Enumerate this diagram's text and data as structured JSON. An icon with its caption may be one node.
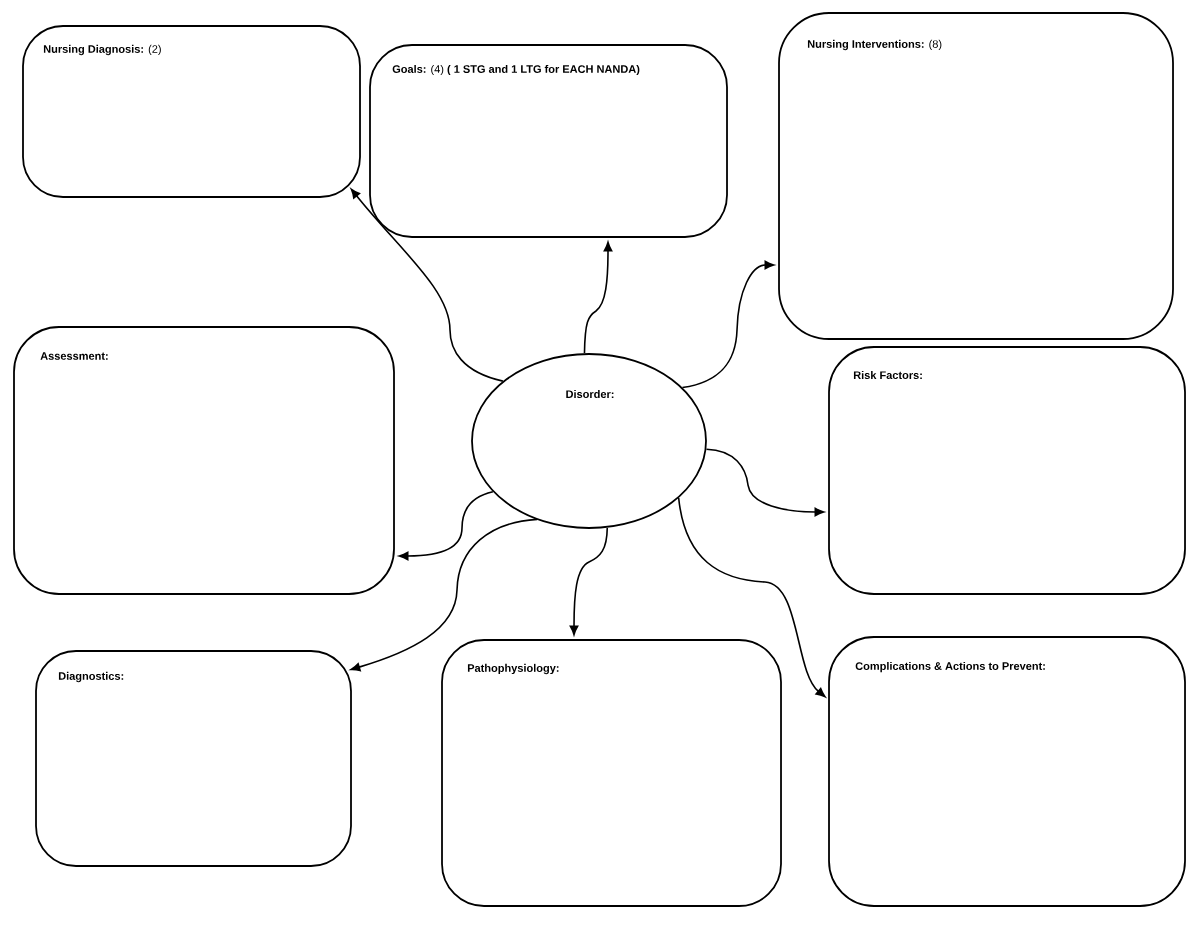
{
  "diagram": {
    "nodes": [
      {
        "text": [
          "**Nursing Diagnosis:** (2)"
        ]
      },
      {
        "text": [
          "**Goals:** (4) **( 1 STG and 1 LTG for EACH NANDA)**"
        ]
      },
      {
        "text": [
          "**Nursing Interventions:** (8)"
        ]
      },
      {
        "text": [
          "Assessment:"
        ]
      },
      {
        "text": [
          "Disorder:"
        ]
      },
      {
        "text": [
          "Risk Factors:"
        ]
      },
      {
        "text": [
          "Diagnostics:"
        ]
      },
      {
        "text": [
          "Pathophysiology:"
        ]
      },
      {
        "text": [
          "Complications & Actions to Prevent:"
        ]
      }
    ],
    "edges": [
      {
        "from": 4,
        "to": 0,
        "arrow": "to"
      },
      {
        "from": 4,
        "to": 1,
        "arrow": "to"
      },
      {
        "from": 4,
        "to": 2,
        "arrow": "to"
      },
      {
        "from": 4,
        "to": 3,
        "arrow": "to"
      },
      {
        "from": 4,
        "to": 5,
        "arrow": "to"
      },
      {
        "from": 4,
        "to": 6,
        "arrow": "to"
      },
      {
        "from": 4,
        "to": 7,
        "arrow": "to"
      },
      {
        "from": 4,
        "to": 8,
        "arrow": "to"
      }
    ]
  }
}
